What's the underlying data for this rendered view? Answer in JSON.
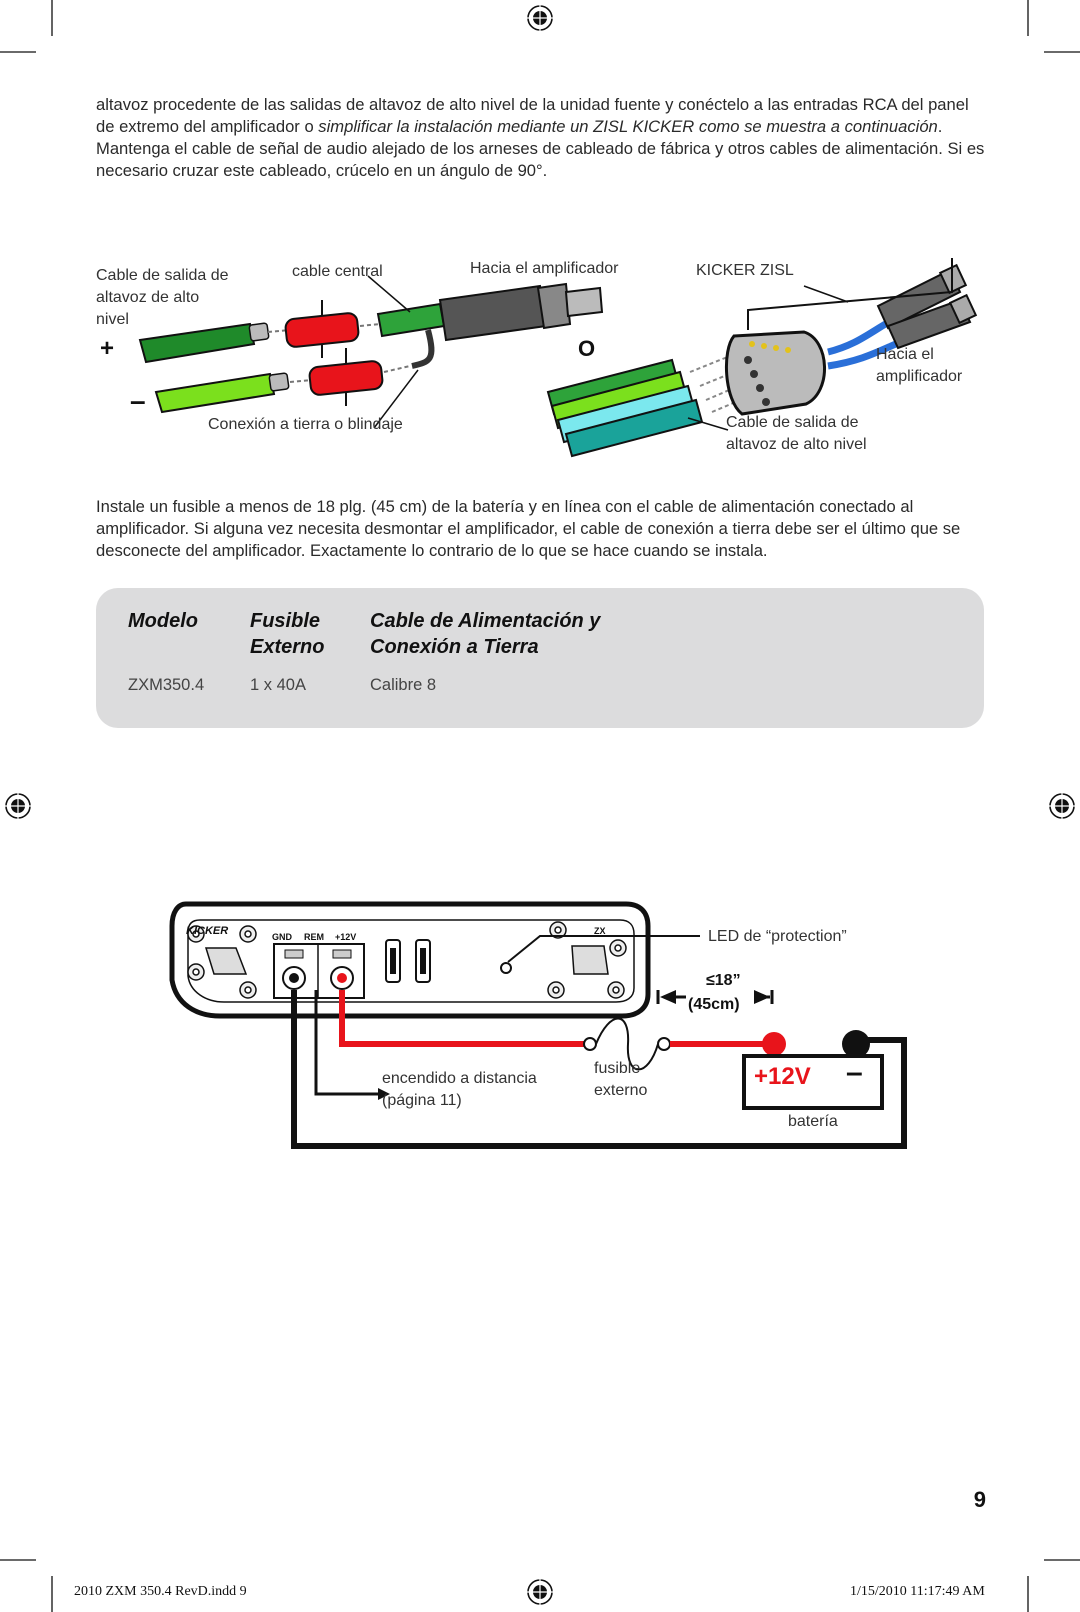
{
  "intro": {
    "text_a": "altavoz procedente de las salidas de altavoz de alto nivel de la unidad fuente y conéctelo a las entradas RCA del panel de extremo del amplificador o ",
    "text_italic": "simplificar la instalación mediante un ZISL KICKER como se muestra a continuación",
    "text_b": ". Mantenga el cable de señal de audio alejado de los arneses de cableado de fábrica y otros cables de alimentación. Si es necesario cruzar este cableado, crúcelo en un ángulo de 90°."
  },
  "wiring_diagram": {
    "speaker_wire_label": "Cable de salida de altavoz de alto nivel",
    "center_wire_label": "cable central",
    "to_amp_label": "Hacia el amplificador",
    "zisl_label": "KICKER ZISL",
    "or_label": "O",
    "plus_sign": "+",
    "minus_sign": "–",
    "ground_label": "Conexión a tierra o blindaje",
    "to_amp_label_2": "Hacia el amplificador",
    "speaker_wire_label_2": "Cable de salida de altavoz de alto nivel"
  },
  "fuse_paragraph": "Instale un fusible a menos de 18 plg. (45 cm) de la batería y en línea con el cable de alimentación conectado al amplificador. Si alguna vez necesita desmontar el amplificador, el cable de conexión a tierra debe ser el último que se desconecte del amplificador. Exactamente lo contrario de lo que se hace cuando se instala.",
  "spec_table": {
    "headers": [
      "Modelo",
      "Fusible Externo",
      "Cable de Alimentación y Conexión a Tierra"
    ],
    "header_lines": {
      "col1": "Modelo",
      "col2_l1": "Fusible",
      "col2_l2": "Externo",
      "col3_l1": "Cable de Alimentación y",
      "col3_l2": "Conexión a Tierra"
    },
    "rows": [
      {
        "modelo": "ZXM350.4",
        "fusible": "1 x 40A",
        "cable": "Calibre 8"
      }
    ]
  },
  "power_diagram": {
    "brand": "KICKER",
    "terminal_labels": [
      "GND",
      "REM",
      "+12V"
    ],
    "model_tag": "ZX",
    "led_label": "LED de “protection”",
    "distance_label_1": "≤18”",
    "distance_label_2": "(45cm)",
    "remote_label_1": "encendido a distancia",
    "remote_label_2": "(página 11)",
    "fuse_label_1": "fusible",
    "fuse_label_2": "externo",
    "battery_positive": "+12V",
    "battery_negative": "–",
    "battery_label": "batería"
  },
  "page_number": "9",
  "footer": {
    "file": "2010 ZXM 350.4 RevD.indd   9",
    "timestamp": "1/15/2010   11:17:49 AM"
  },
  "colors": {
    "red_wire": "#e8141b",
    "spec_bg": "#dcdcdd",
    "dark_green": "#1f8a2a",
    "light_green": "#7be01d",
    "teal": "#1aa39a",
    "cyan": "#7be8ee",
    "blue_rca": "#2a6fd8"
  }
}
